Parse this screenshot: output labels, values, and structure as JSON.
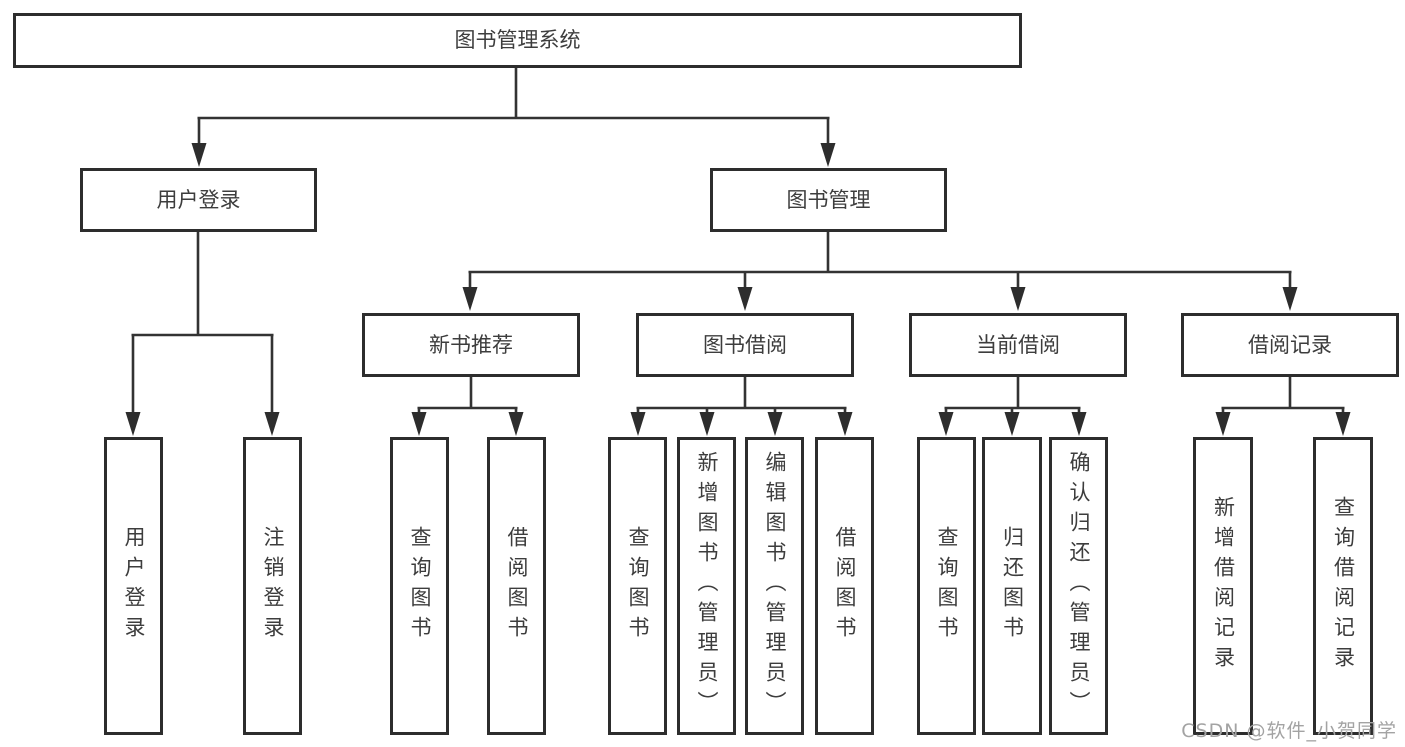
{
  "diagram": {
    "root": {
      "label": "图书管理系统"
    },
    "branches": [
      {
        "label": "用户登录",
        "children": [
          {
            "label": "用户登录"
          },
          {
            "label": "注销登录"
          }
        ]
      },
      {
        "label": "图书管理",
        "groups": [
          {
            "label": "新书推荐",
            "children": [
              {
                "label": "查询图书"
              },
              {
                "label": "借阅图书"
              }
            ]
          },
          {
            "label": "图书借阅",
            "children": [
              {
                "label": "查询图书"
              },
              {
                "label": "新增图书（管理员）"
              },
              {
                "label": "编辑图书（管理员）"
              },
              {
                "label": "借阅图书"
              }
            ]
          },
          {
            "label": "当前借阅",
            "children": [
              {
                "label": "查询图书"
              },
              {
                "label": "归还图书"
              },
              {
                "label": "确认归还（管理员）"
              }
            ]
          },
          {
            "label": "借阅记录",
            "children": [
              {
                "label": "新增借阅记录"
              },
              {
                "label": "查询借阅记录"
              }
            ]
          }
        ]
      }
    ]
  },
  "watermark": {
    "text": "CSDN @软件_小贺同学"
  },
  "colors": {
    "line": "#333333",
    "border": "#2d2d2d",
    "text": "#3d3d3d",
    "watermark": "#a3a3a3",
    "background": "#ffffff"
  }
}
